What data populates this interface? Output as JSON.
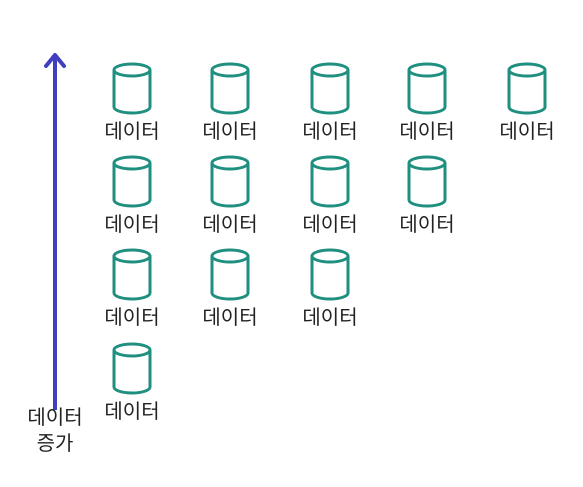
{
  "arrow": {
    "label_line1": "데이터",
    "label_line2": "증가",
    "color": "#3f3fbf",
    "icon": "arrow-up-icon"
  },
  "database_color": "#1f8f80",
  "database_icon": "database-cylinder-icon",
  "rows": [
    {
      "labels": [
        "데이터",
        "데이터",
        "데이터",
        "데이터",
        "데이터"
      ]
    },
    {
      "labels": [
        "데이터",
        "데이터",
        "데이터",
        "데이터"
      ]
    },
    {
      "labels": [
        "데이터",
        "데이터",
        "데이터"
      ]
    },
    {
      "labels": [
        "데이터"
      ]
    }
  ]
}
